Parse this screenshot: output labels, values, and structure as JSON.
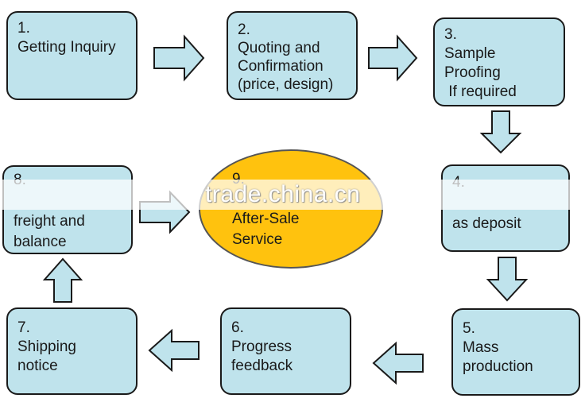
{
  "steps": [
    {
      "id": "step-1",
      "lines": [
        "1.",
        "Getting Inquiry"
      ]
    },
    {
      "id": "step-2",
      "lines": [
        "2.",
        "Quoting and",
        "Confirmation",
        "(price, design)"
      ]
    },
    {
      "id": "step-3",
      "lines": [
        "3.",
        "Sample",
        "Proofing",
        " If required"
      ]
    },
    {
      "id": "step-4",
      "lines": [
        "4.",
        "",
        "as deposit"
      ]
    },
    {
      "id": "step-5",
      "lines": [
        "5.",
        "Mass",
        "production"
      ]
    },
    {
      "id": "step-6",
      "lines": [
        "6.",
        "Progress",
        "feedback"
      ]
    },
    {
      "id": "step-7",
      "lines": [
        "7.",
        "Shipping",
        "notice"
      ]
    },
    {
      "id": "step-8",
      "lines": [
        "8.",
        "",
        "freight and",
        "balance"
      ]
    },
    {
      "id": "step-9",
      "lines": [
        "9.",
        "After-Sale",
        "Service"
      ]
    }
  ],
  "watermark": "trade.china.cn",
  "colors": {
    "box_fill": "#bfe3ec",
    "box_border": "#1a1a1a",
    "ellipse_fill": "#ffc20e",
    "text": "#1a1a1a"
  }
}
